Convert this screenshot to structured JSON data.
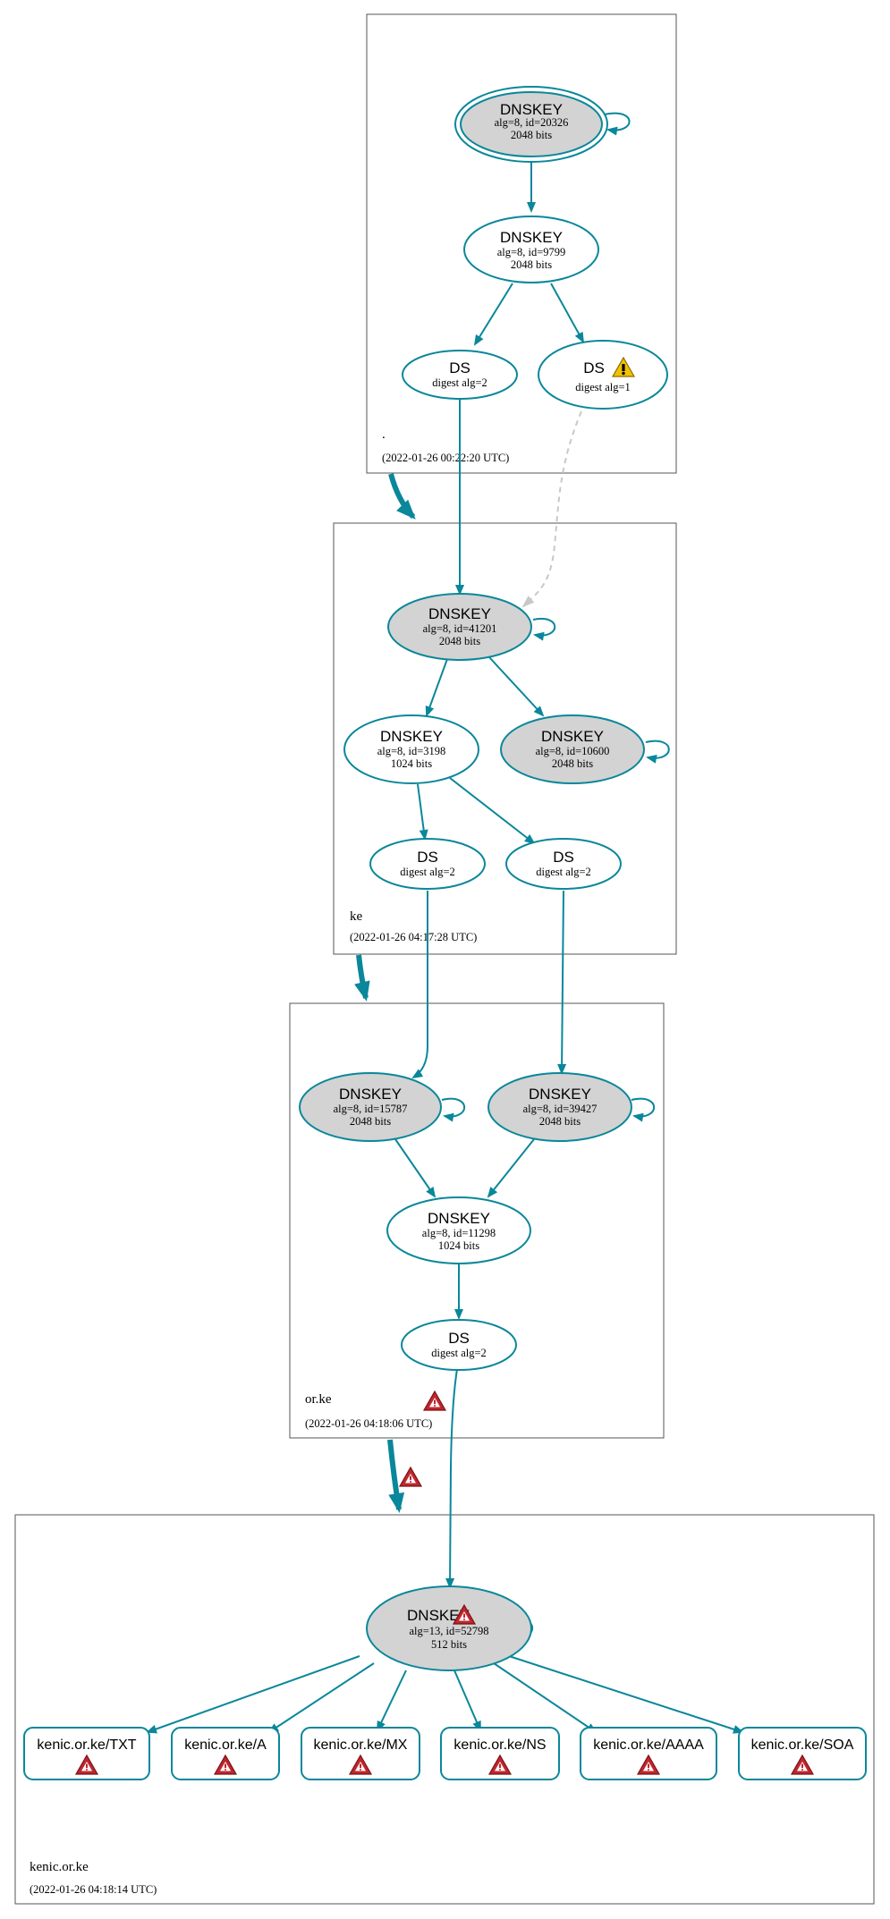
{
  "colors": {
    "edge": "#0a879a",
    "zone_border": "#555555",
    "ksk_fill": "#d3d3d3",
    "node_fill": "#ffffff",
    "dashed_edge": "#c8c8c8",
    "warning_yellow": "#f2c200",
    "error_red": "#c0262d"
  },
  "zones": {
    "root": {
      "name": ".",
      "timestamp": "(2022-01-26 00:22:20 UTC)"
    },
    "ke": {
      "name": "ke",
      "timestamp": "(2022-01-26 04:17:28 UTC)"
    },
    "orke": {
      "name": "or.ke",
      "timestamp": "(2022-01-26 04:18:06 UTC)"
    },
    "kenic": {
      "name": "kenic.or.ke",
      "timestamp": "(2022-01-26 04:18:14 UTC)"
    }
  },
  "nodes": {
    "root_ksk": {
      "title": "DNSKEY",
      "line1": "alg=8, id=20326",
      "line2": "2048 bits"
    },
    "root_zsk": {
      "title": "DNSKEY",
      "line1": "alg=8, id=9799",
      "line2": "2048 bits"
    },
    "root_ds2": {
      "title": "DS",
      "line1": "digest alg=2"
    },
    "root_ds1": {
      "title": "DS",
      "line1": "digest alg=1"
    },
    "ke_ksk": {
      "title": "DNSKEY",
      "line1": "alg=8, id=41201",
      "line2": "2048 bits"
    },
    "ke_zsk": {
      "title": "DNSKEY",
      "line1": "alg=8, id=3198",
      "line2": "1024 bits"
    },
    "ke_key2": {
      "title": "DNSKEY",
      "line1": "alg=8, id=10600",
      "line2": "2048 bits"
    },
    "ke_ds_a": {
      "title": "DS",
      "line1": "digest alg=2"
    },
    "ke_ds_b": {
      "title": "DS",
      "line1": "digest alg=2"
    },
    "orke_ksk1": {
      "title": "DNSKEY",
      "line1": "alg=8, id=15787",
      "line2": "2048 bits"
    },
    "orke_ksk2": {
      "title": "DNSKEY",
      "line1": "alg=8, id=39427",
      "line2": "2048 bits"
    },
    "orke_zsk": {
      "title": "DNSKEY",
      "line1": "alg=8, id=11298",
      "line2": "1024 bits"
    },
    "orke_ds": {
      "title": "DS",
      "line1": "digest alg=2"
    },
    "kenic_key": {
      "title": "DNSKEY",
      "line1": "alg=13, id=52798",
      "line2": "512 bits"
    }
  },
  "rrsets": [
    "kenic.or.ke/TXT",
    "kenic.or.ke/A",
    "kenic.or.ke/MX",
    "kenic.or.ke/NS",
    "kenic.or.ke/AAAA",
    "kenic.or.ke/SOA"
  ]
}
